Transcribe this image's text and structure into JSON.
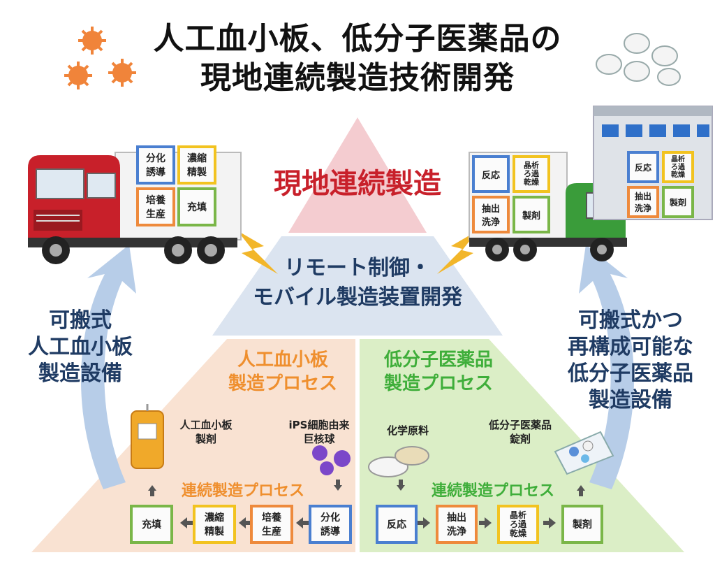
{
  "title": {
    "line1": "人工血小板、低分子医薬品の",
    "line2": "現地連続製造技術開発"
  },
  "pyramid": {
    "top": "現地連続製造",
    "middle_line1": "リモート制御・",
    "middle_line2": "モバイル製造装置開発"
  },
  "left_side": {
    "line1": "可搬式",
    "line2": "人工血小板",
    "line3": "製造設備"
  },
  "right_side": {
    "line1": "可搬式かつ",
    "line2": "再構成可能な",
    "line3": "低分子医薬品",
    "line4": "製造設備"
  },
  "left_process": {
    "title_line1": "人工血小板",
    "title_line2": "製造プロセス",
    "product_line1": "人工血小板",
    "product_line2": "製剤",
    "source_line1": "iPS細胞由来",
    "source_line2": "巨核球",
    "continuous": "連続製造プロセス",
    "steps": [
      "充填",
      "濃縮精製",
      "培養生産",
      "分化誘導"
    ]
  },
  "right_process": {
    "title_line1": "低分子医薬品",
    "title_line2": "製造プロセス",
    "source": "化学原料",
    "product_line1": "低分子医薬品",
    "product_line2": "錠剤",
    "continuous": "連続製造プロセス",
    "steps": [
      "反応",
      "抽出洗浄",
      "晶析ろ過乾燥",
      "製剤"
    ]
  },
  "left_truck_cubes": [
    "分化誘導",
    "濃縮精製",
    "培養生産",
    "充填"
  ],
  "right_truck_cubes": [
    "反応",
    "晶析ろ過乾燥",
    "抽出洗浄",
    "製剤"
  ],
  "factory_cubes": [
    "反応",
    "晶析ろ過乾燥",
    "抽出洗浄",
    "製剤"
  ],
  "colors": {
    "blue": "#4a7fd0",
    "yellow": "#f2c320",
    "orange": "#ee8a3c",
    "green": "#7ab648",
    "title_red": "#c8202a",
    "left_orange_text": "#ef8f2e",
    "right_green_text": "#3fae3a",
    "side_text": "#1f3b63"
  }
}
